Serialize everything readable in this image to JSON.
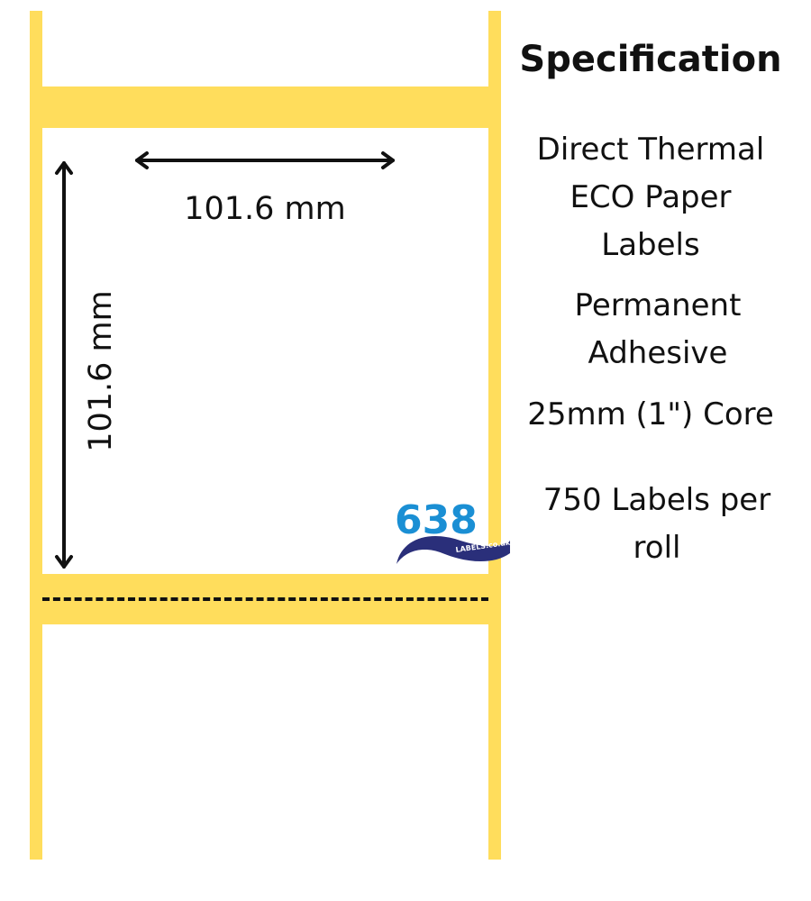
{
  "colors": {
    "liner": "#ffdd5c",
    "label_face": "#ffffff",
    "ink": "#111111",
    "logo_blue": "#1a8fd4",
    "logo_navy": "#2a2f7a"
  },
  "label": {
    "width_text": "101.6 mm",
    "height_text": "101.6 mm"
  },
  "logo": {
    "number": "638",
    "wordmark": "LABELS.co.uk"
  },
  "specification": {
    "heading": "Specification",
    "items": [
      "Direct Thermal\nECO Paper\nLabels",
      "Permanent\nAdhesive",
      "25mm (1\") Core",
      "750 Labels per\nroll"
    ]
  }
}
